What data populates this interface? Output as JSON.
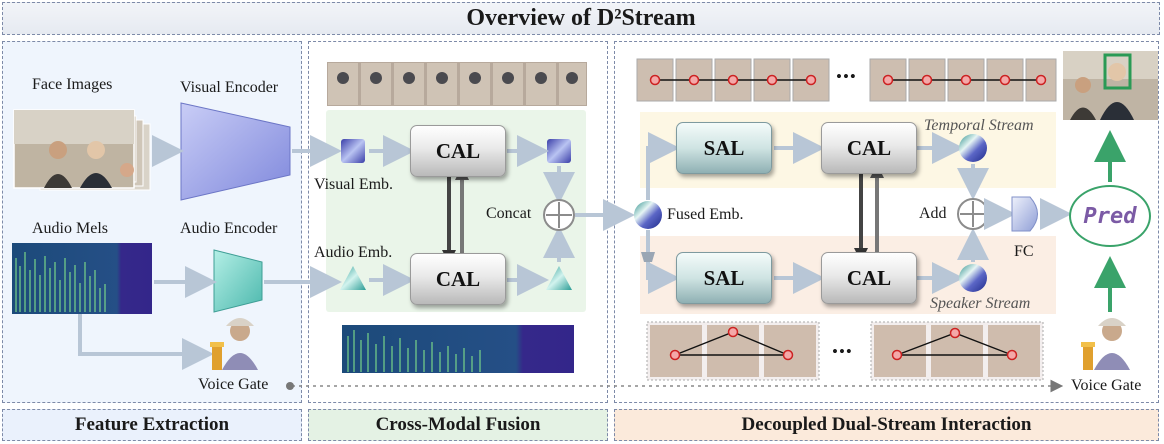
{
  "title": "Overview of D²Stream",
  "sections": {
    "feature_extraction": "Feature Extraction",
    "cross_modal_fusion": "Cross-Modal Fusion",
    "dual_stream": "Decoupled Dual-Stream Interaction"
  },
  "labels": {
    "face_images": "Face Images",
    "visual_encoder": "Visual Encoder",
    "audio_mels": "Audio Mels",
    "audio_encoder": "Audio Encoder",
    "voice_gate_left": "Voice Gate",
    "voice_gate_right": "Voice Gate",
    "visual_emb": "Visual Emb.",
    "audio_emb": "Audio Emb.",
    "concat": "Concat",
    "fused_emb": "Fused Emb.",
    "temporal_stream": "Temporal Stream",
    "speaker_stream": "Speaker Stream",
    "add": "Add",
    "fc": "FC",
    "pred": "Pred"
  },
  "modules": {
    "cal": "CAL",
    "sal": "SAL"
  },
  "ellipsis": "•••",
  "colors": {
    "panel_blue": "#eff5fd",
    "panel_green": "#eaf5e9",
    "temporal_band": "#fdf7e4",
    "speaker_band": "#fbeee4",
    "arrow": "#b8c6d6",
    "pred_green": "#3aa36a",
    "node_red": "#d64545"
  }
}
